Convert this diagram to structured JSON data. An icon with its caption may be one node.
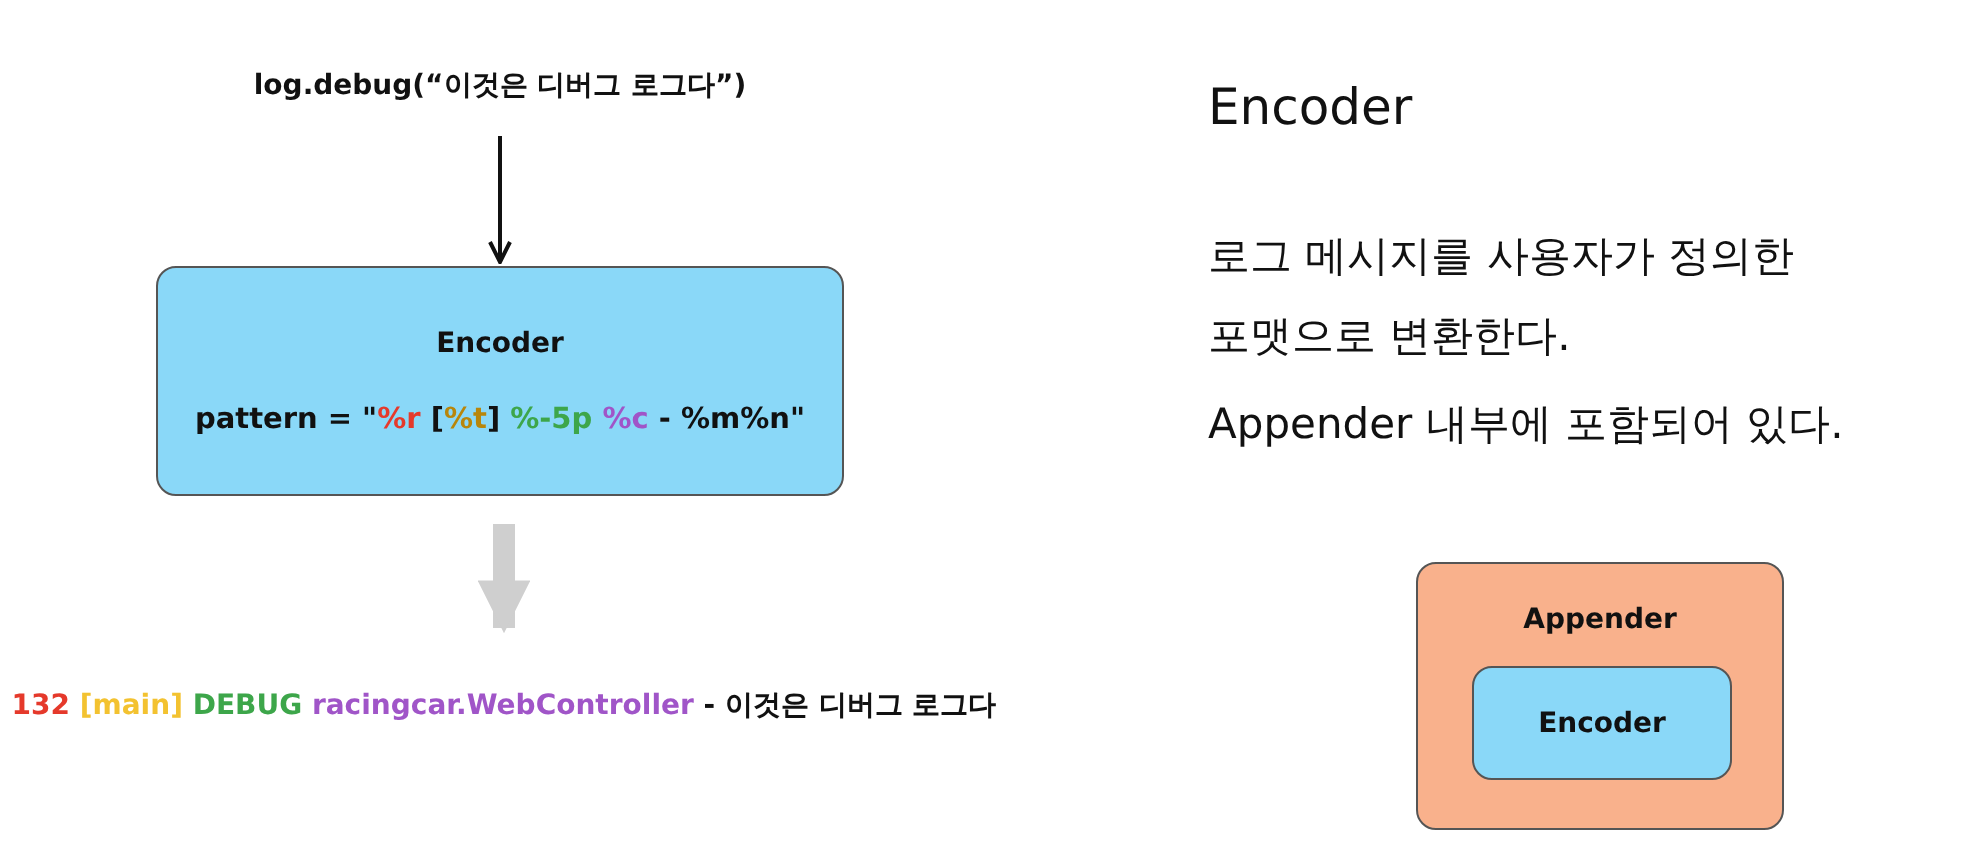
{
  "diagram": {
    "title": "Encoder",
    "nodes": [
      {
        "text": [
          "log.debug(“이것은 디버그 로그다”)"
        ]
      },
      {
        "text": [
          "Encoder",
          "pattern = \"%r [%t] %-5p %c - %m%n\""
        ]
      },
      {
        "text": [
          "132 [main] DEBUG racingcar.WebController - 이것은 디버그 로그다"
        ]
      },
      {
        "text": [
          "Appender"
        ]
      },
      {
        "text": [
          "Encoder"
        ],
        "in": 3
      }
    ],
    "edges": [
      {
        "from": 0,
        "to": 1,
        "arrow": "to"
      },
      {
        "from": 1,
        "to": 2,
        "arrow": "to",
        "style": "thick",
        "color": "#cfcfcf"
      }
    ],
    "labels": [
      "로그 메시지를 사용자가 정의한 포맷으로 변환한다.",
      "Appender 내부에 포함되어 있다."
    ]
  }
}
